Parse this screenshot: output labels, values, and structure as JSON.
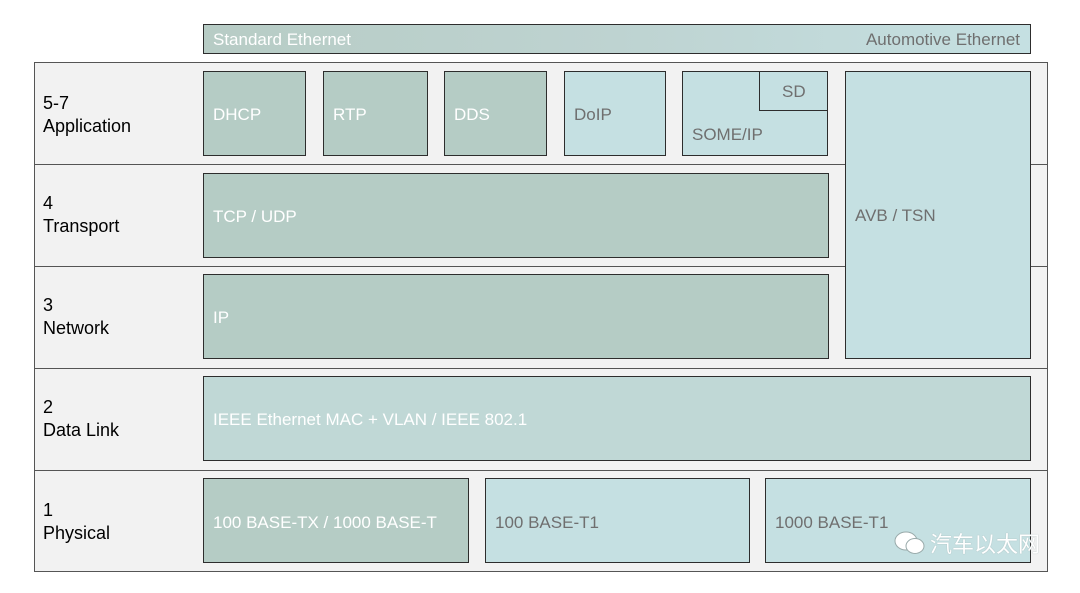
{
  "legend": {
    "left": "Standard Ethernet",
    "right": "Automotive Ethernet"
  },
  "layers": [
    {
      "num": "5-7",
      "name": "Application"
    },
    {
      "num": "4",
      "name": "Transport"
    },
    {
      "num": "3",
      "name": "Network"
    },
    {
      "num": "2",
      "name": "Data Link"
    },
    {
      "num": "1",
      "name": "Physical"
    }
  ],
  "boxes": {
    "dhcp": "DHCP",
    "rtp": "RTP",
    "dds": "DDS",
    "doip": "DoIP",
    "someip": "SOME/IP",
    "sd": "SD",
    "avb_tsn": "AVB / TSN",
    "tcp_udp": "TCP / UDP",
    "ip": "IP",
    "mac": "IEEE Ethernet MAC + VLAN / IEEE 802.1",
    "base_tx": "100 BASE-TX / 1000 BASE-T",
    "base_t1_100": "100 BASE-T1",
    "base_t1_1000": "1000 BASE-T1"
  },
  "watermark": "汽车以太网",
  "colors": {
    "standard": "#b5ccc5",
    "automotive": "#c5e0e2",
    "layer_bg": "#f2f2f2"
  }
}
